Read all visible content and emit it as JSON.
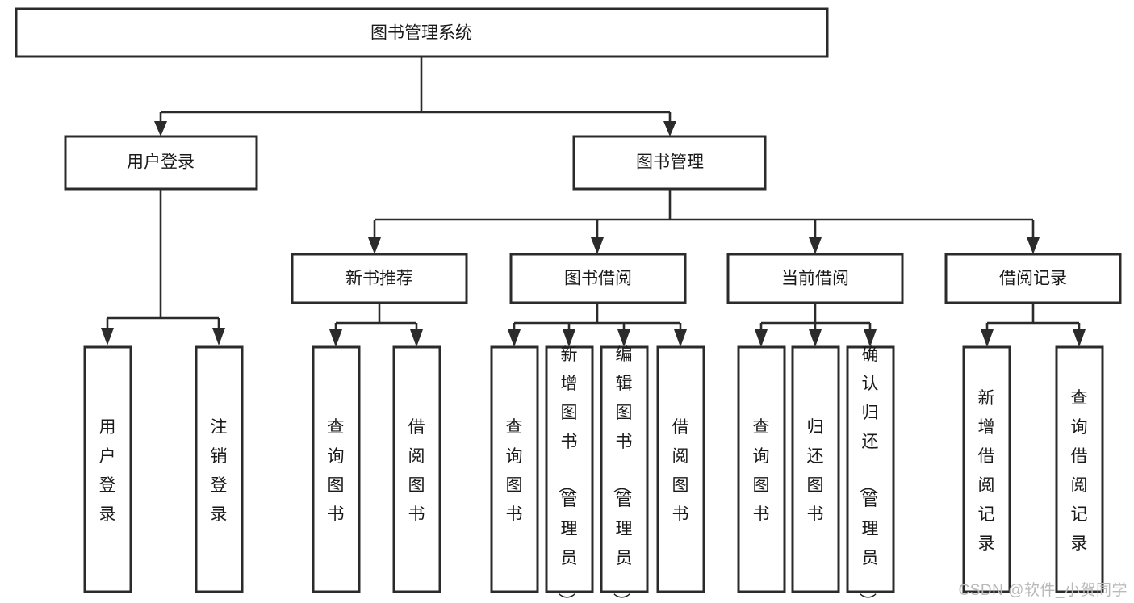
{
  "diagram": {
    "type": "tree-hierarchy",
    "title": "图书管理系统",
    "watermark": "CSDN @软件_小贺同学",
    "colors": {
      "box_stroke": "#2b2b2b",
      "box_fill": "#ffffff",
      "line": "#2b2b2b",
      "text": "#1a1a1a",
      "watermark": "#b9b9b9",
      "background": "#ffffff"
    },
    "levels": {
      "root": {
        "label": "图书管理系统"
      },
      "level2": [
        {
          "label": "用户登录"
        },
        {
          "label": "图书管理"
        }
      ],
      "level3": [
        {
          "label": "新书推荐"
        },
        {
          "label": "图书借阅"
        },
        {
          "label": "当前借阅"
        },
        {
          "label": "借阅记录"
        }
      ],
      "leaves": {
        "user_login": [
          {
            "label": "用户登录"
          },
          {
            "label": "注销登录"
          }
        ],
        "new_book_recommend": [
          {
            "label": "查询图书"
          },
          {
            "label": "借阅图书"
          }
        ],
        "book_borrow": [
          {
            "label": "查询图书"
          },
          {
            "label": "新增图书（管理员）"
          },
          {
            "label": "编辑图书（管理员）"
          },
          {
            "label": "借阅图书"
          }
        ],
        "current_borrow": [
          {
            "label": "查询图书"
          },
          {
            "label": "归还图书"
          },
          {
            "label": "确认归还（管理员）"
          }
        ],
        "borrow_record": [
          {
            "label": "新增借阅记录"
          },
          {
            "label": "查询借阅记录"
          }
        ]
      }
    }
  }
}
